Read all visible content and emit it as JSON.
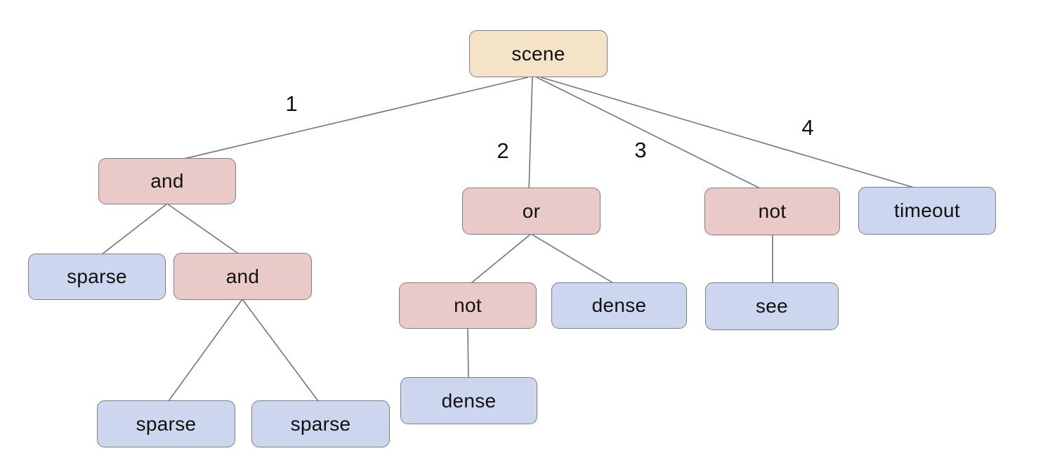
{
  "diagram": {
    "nodes": {
      "scene": {
        "label": "scene",
        "type": "root"
      },
      "and1": {
        "label": "and",
        "type": "operator"
      },
      "or1": {
        "label": "or",
        "type": "operator"
      },
      "not1": {
        "label": "not",
        "type": "operator"
      },
      "timeout1": {
        "label": "timeout",
        "type": "leaf"
      },
      "sparse1": {
        "label": "sparse",
        "type": "leaf"
      },
      "and2": {
        "label": "and",
        "type": "operator"
      },
      "not2": {
        "label": "not",
        "type": "operator"
      },
      "dense1": {
        "label": "dense",
        "type": "leaf"
      },
      "see1": {
        "label": "see",
        "type": "leaf"
      },
      "dense2": {
        "label": "dense",
        "type": "leaf"
      },
      "sparse2": {
        "label": "sparse",
        "type": "leaf"
      },
      "sparse3": {
        "label": "sparse",
        "type": "leaf"
      }
    },
    "edges": [
      {
        "from": "scene",
        "to": "and1"
      },
      {
        "from": "scene",
        "to": "or1"
      },
      {
        "from": "scene",
        "to": "not1"
      },
      {
        "from": "scene",
        "to": "timeout1"
      },
      {
        "from": "and1",
        "to": "sparse1"
      },
      {
        "from": "and1",
        "to": "and2"
      },
      {
        "from": "and2",
        "to": "sparse2"
      },
      {
        "from": "and2",
        "to": "sparse3"
      },
      {
        "from": "or1",
        "to": "not2"
      },
      {
        "from": "or1",
        "to": "dense1"
      },
      {
        "from": "not2",
        "to": "dense2"
      },
      {
        "from": "not1",
        "to": "see1"
      }
    ],
    "edge_labels": {
      "e1": "1",
      "e2": "2",
      "e3": "3",
      "e4": "4"
    },
    "colors": {
      "root_fill": "#f4e3c6",
      "operator_fill": "#eacac9",
      "leaf_fill": "#ccd6ee",
      "node_border": "#7f7f7f",
      "edge": "#757575",
      "text": "#111111",
      "background": "#ffffff"
    }
  }
}
